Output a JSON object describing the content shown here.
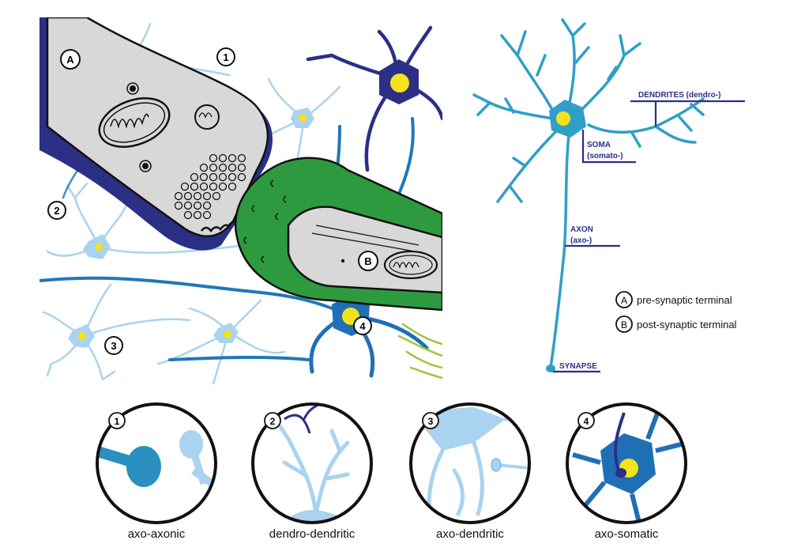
{
  "colors": {
    "dark_blue": "#2b2f86",
    "mid_blue": "#1f78b9",
    "light_blue": "#9ccbea",
    "cyan_neuron": "#2f9fc8",
    "green": "#2e9a3f",
    "grey": "#d8d8d8",
    "yellow": "#f4e21c",
    "lime": "#9cc63a"
  },
  "markers": {
    "m1": "1",
    "m2": "2",
    "m3": "3",
    "m4": "4",
    "mA": "A",
    "mB": "B"
  },
  "neuron_labels": {
    "dendrites": "DENDRITES (dendro-)",
    "soma": "SOMA",
    "soma_sub": "(somato-)",
    "axon": "AXON",
    "axon_sub": "(axo-)",
    "synapse": "SYNAPSE"
  },
  "legend": [
    {
      "marker": "A",
      "text": "pre-synaptic terminal"
    },
    {
      "marker": "B",
      "text": "post-synaptic terminal"
    }
  ],
  "insets": [
    {
      "marker": "1",
      "caption": "axo-axonic"
    },
    {
      "marker": "2",
      "caption": "dendro-dendritic"
    },
    {
      "marker": "3",
      "caption": "axo-dendritic"
    },
    {
      "marker": "4",
      "caption": "axo-somatic"
    }
  ]
}
